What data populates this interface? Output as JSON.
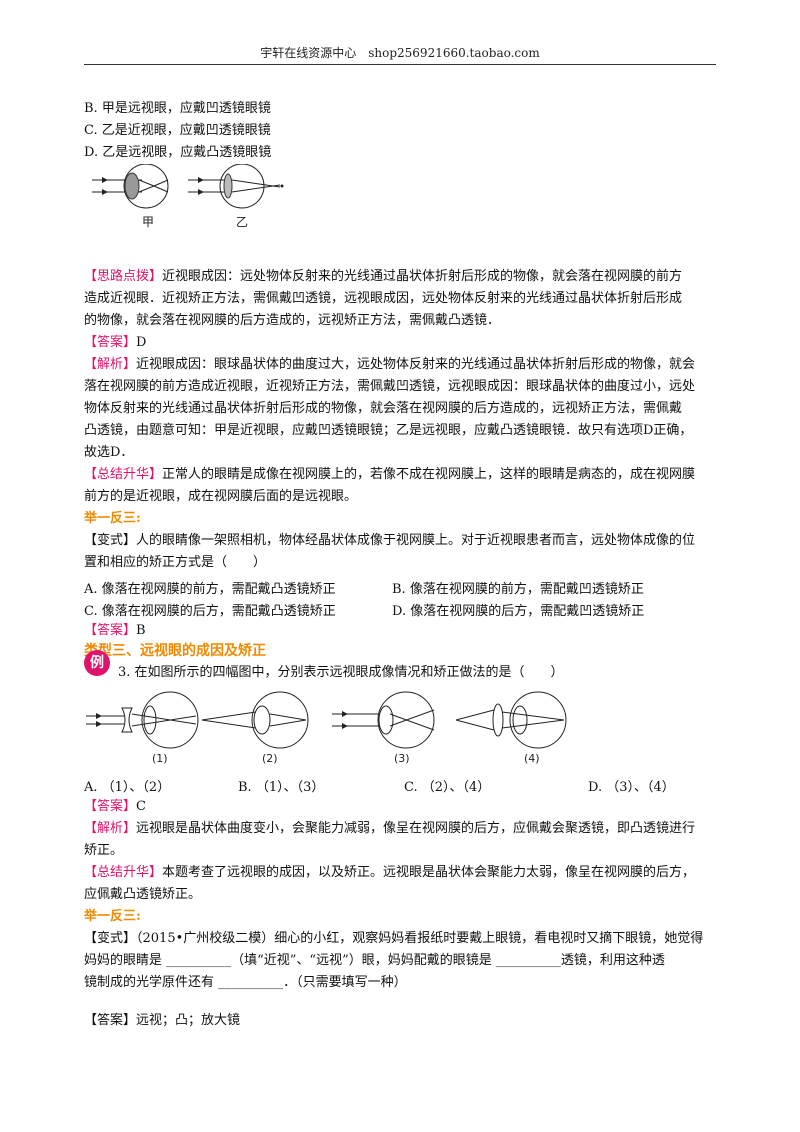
{
  "header": "宇轩在线资源中心　shop256921660.taobao.com",
  "q_prev": {
    "options": [
      "B. 甲是远视眼，应戴凹透镜眼镜",
      "C. 乙是近视眼，应戴凹透镜眼镜",
      "D. 乙是远视眼，应戴凸透镜眼镜"
    ],
    "fig_labels": [
      "甲",
      "乙"
    ]
  },
  "analysis1": {
    "tag1": "【思路点拨】",
    "lines1": [
      "近视眼成因：远处物体反射来的光线通过晶状体折射后形成的物像，就会落在视网膜的前方",
      "造成近视眼．近视矫正方法，需佩戴凹透镜，远视眼成因，远处物体反射来的光线通过晶状体折射后形成",
      "的物像，就会落在视网膜的后方造成的，远视矫正方法，需佩戴凸透镜．"
    ],
    "ans_tag": "【答案】",
    "ans": "D",
    "tag2": "【解析】",
    "lines2": [
      "近视眼成因：眼球晶状体的曲度过大，远处物体反射来的光线通过晶状体折射后形成的物像，就会",
      "落在视网膜的前方造成近视眼，近视矫正方法，需佩戴凹透镜，远视眼成因：眼球晶状体的曲度过小，远处",
      "物体反射来的光线通过晶状体折射后形成的物像，就会落在视网膜的后方造成的，远视矫正方法，需佩戴",
      "凸透镜，由题意可知：甲是近视眼，应戴凹透镜眼镜；乙是远视眼，应戴凸透镜眼镜．故只有选项D正确，",
      "故选D．"
    ],
    "tag3": "【总结升华】",
    "lines3": [
      "正常人的眼睛是成像在视网膜上的，若像不成在视网膜上，这样的眼睛是病态的，成在视网膜",
      "前方的是近视眼，成在视网膜后面的是远视眼。"
    ]
  },
  "variant1": {
    "title": "举一反三:",
    "stem": [
      "【变式】人的眼睛像一架照相机，物体经晶状体成像于视网膜上。对于近视眼患者而言，远处物体成像的位",
      "置和相应的矫正方式是（　　）"
    ],
    "options": [
      "A. 像落在视网膜的前方，需配戴凸透镜矫正",
      "B. 像落在视网膜的前方，需配戴凹透镜矫正",
      "C. 像落在视网膜的后方，需配戴凸透镜矫正",
      "D. 像落在视网膜的后方，需配戴凹透镜矫正"
    ],
    "ans_tag": "【答案】",
    "ans": "B"
  },
  "section3": {
    "title": "类型三、远视眼的成因及矫正",
    "badge": "例",
    "question": "3. 在如图所示的四幅图中，分别表示远视眼成像情况和矫正做法的是（　　）",
    "fig_labels": [
      "(1)",
      "(2)",
      "(3)",
      "(4)"
    ],
    "options": [
      "A. （1）、（2）",
      "B. （1）、（3）",
      "C. （2）、（4）",
      "D. （3）、（4）"
    ],
    "ans_tag": "【答案】",
    "ans": "C",
    "tag2": "【解析】",
    "lines2": [
      "远视眼是晶状体曲度变小，会聚能力减弱，像呈在视网膜的后方，应佩戴会聚透镜，即凸透镜进行",
      "矫正。"
    ],
    "tag3": "【总结升华】",
    "lines3": [
      "本题考查了远视眼的成因，以及矫正。远视眼是晶状体会聚能力太弱，像呈在视网膜的后方，",
      "应佩戴凸透镜矫正。"
    ]
  },
  "variant2": {
    "title": "举一反三:",
    "lines": [
      "【变式】（2015•广州校级二模）细心的小红，观察妈妈看报纸时要戴上眼镜，看电视时又摘下眼镜，她觉得",
      "妈妈的眼睛是 __________（填“近视”、“远视”）眼，妈妈配戴的眼镜是 __________透镜，利用这种透",
      "镜制成的光学原件还有 __________．（只需要填写一种）"
    ],
    "answer": "【答案】远视；凸；放大镜"
  },
  "colors": {
    "tag": "#e0136b",
    "section": "#f08a00"
  }
}
